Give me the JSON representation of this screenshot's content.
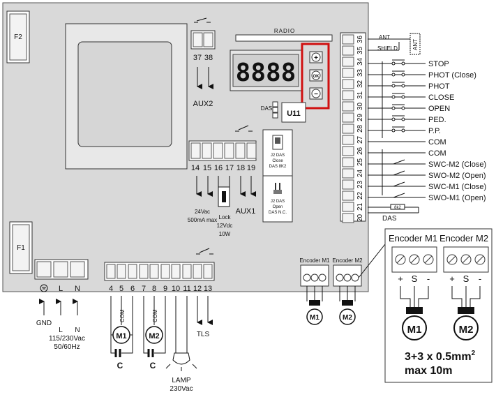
{
  "board": {
    "fuse_top": "F2",
    "fuse_bottom": "F1",
    "radio": "RADIO",
    "display": "8888",
    "buttons": {
      "plus": "+",
      "ok": "OK",
      "minus": "−"
    },
    "u11": "U11",
    "das": "DAS",
    "j2_close": [
      "J2 DAS",
      "Close",
      "DAS 8K2"
    ],
    "j2_open": [
      "J2 DAS",
      "Open",
      "DAS N.C."
    ]
  },
  "aux2": {
    "terminals": [
      "37",
      "38"
    ],
    "label": "AUX2"
  },
  "mid_block": {
    "terminals": [
      "14",
      "15",
      "16",
      "17",
      "18",
      "19"
    ],
    "supply": [
      "24Vac",
      "500mA max"
    ],
    "lock": [
      "Lock",
      "12Vdc",
      "10W"
    ],
    "aux1": "AUX1"
  },
  "power": {
    "terminals": [
      "L",
      "N"
    ],
    "gnd": "GND",
    "l": "L",
    "n": "N",
    "mains": [
      "115/230Vac",
      "50/60Hz"
    ]
  },
  "motor_block": {
    "terminals": [
      "4",
      "5",
      "6",
      "7",
      "8",
      "9",
      "10",
      "11",
      "12",
      "13"
    ],
    "com": "COM",
    "m1": "M1",
    "m2": "M2",
    "cap": "C",
    "lamp": [
      "LAMP",
      "230Vac"
    ],
    "tls": "TLS"
  },
  "right_block": {
    "terminals": [
      "36",
      "35",
      "34",
      "33",
      "32",
      "31",
      "30",
      "29",
      "28",
      "27",
      "26",
      "25",
      "24",
      "23",
      "22",
      "21",
      "20"
    ],
    "ant": "ANT",
    "shield": "SHIELD",
    "ant_box": "ANT",
    "inputs": [
      "STOP",
      "PHOT (Close)",
      "PHOT",
      "CLOSE",
      "OPEN",
      "PED.",
      "P.P.",
      "COM"
    ],
    "swc": [
      "COM",
      "SWC-M2 (Close)",
      "SWO-M2 (Open)",
      "SWC-M1 (Close)",
      "SWO-M1 (Open)"
    ],
    "das": "DAS",
    "r8k2": "8k2"
  },
  "encoders_small": {
    "m1": "Encoder M1",
    "m2": "Encoder M2"
  },
  "encoder_box": {
    "m1": "Encoder M1",
    "m2": "Encoder M2",
    "pins": [
      "+",
      "S",
      "-"
    ],
    "cable": "3+3 x 0.5mm",
    "sup": "2",
    "length": "max 10m"
  }
}
